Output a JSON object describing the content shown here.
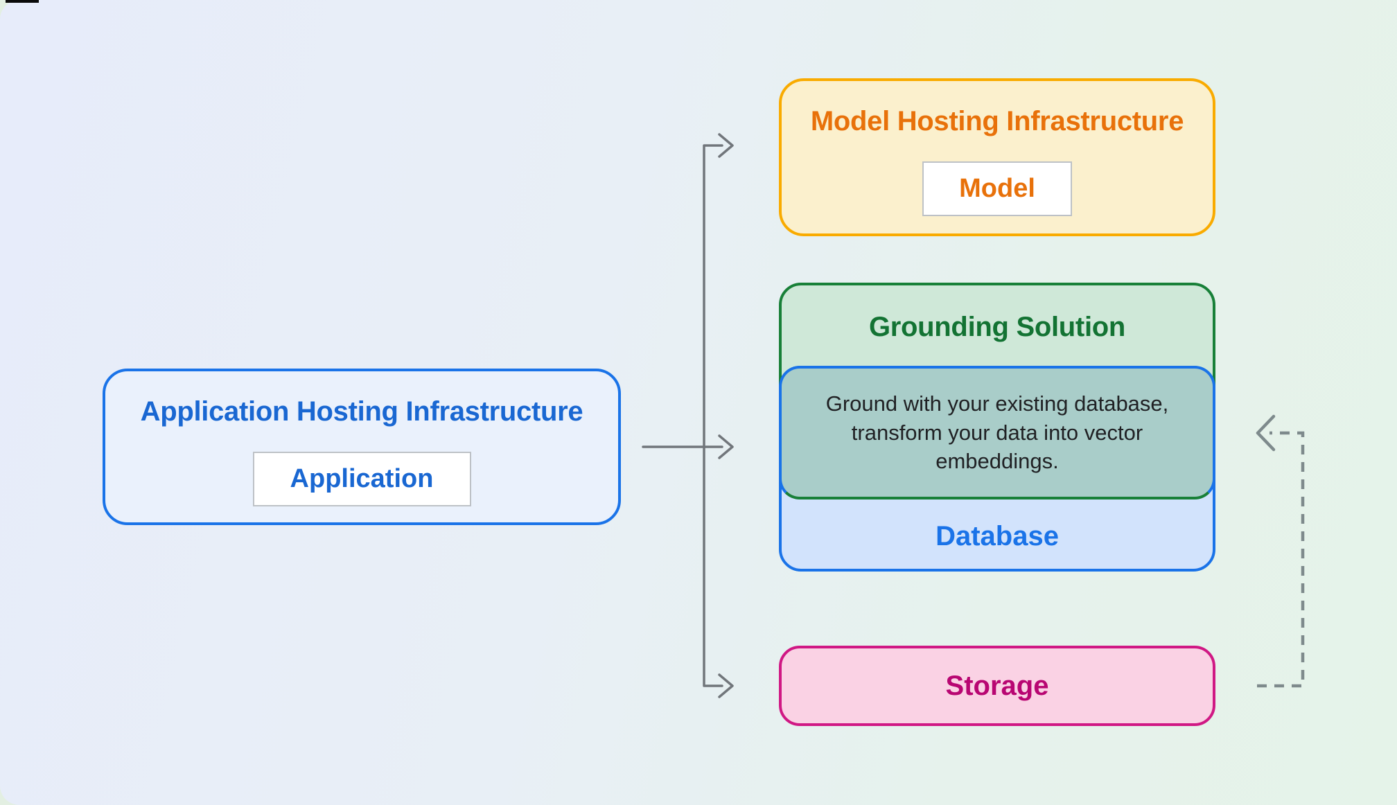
{
  "background": {
    "gradient_left_color": "#E7ECFA",
    "gradient_right_color": "#E5F3E9",
    "outer_corner_color": "#E3EFE2"
  },
  "boxes": {
    "application_hosting": {
      "title": "Application Hosting Infrastructure",
      "chip": "Application",
      "title_color": "#1967D2",
      "border_color": "#1A73E8",
      "fill": "#EAF1FC"
    },
    "model_hosting": {
      "title": "Model Hosting Infrastructure",
      "chip": "Model",
      "title_color": "#E8710A",
      "border_color": "#F9AB00",
      "fill": "#FBF0CD"
    },
    "grounding_solution": {
      "title": "Grounding Solution",
      "description": "Ground with your existing database, transform your data into vector embeddings.",
      "title_color": "#137333",
      "border_color": "#188038",
      "fill": "#CFE8D8",
      "description_fill": "#A9CDC9",
      "description_text_color": "#202124"
    },
    "database": {
      "label": "Database",
      "label_color": "#1A73E8",
      "border_color": "#1A73E8",
      "fill": "#D2E3FC"
    },
    "storage": {
      "label": "Storage",
      "label_color": "#B80672",
      "border_color": "#D01884",
      "fill": "#FAD2E4"
    }
  },
  "arrows": {
    "solid_color": "#71767B",
    "dashed_color": "#7E8A8C"
  }
}
